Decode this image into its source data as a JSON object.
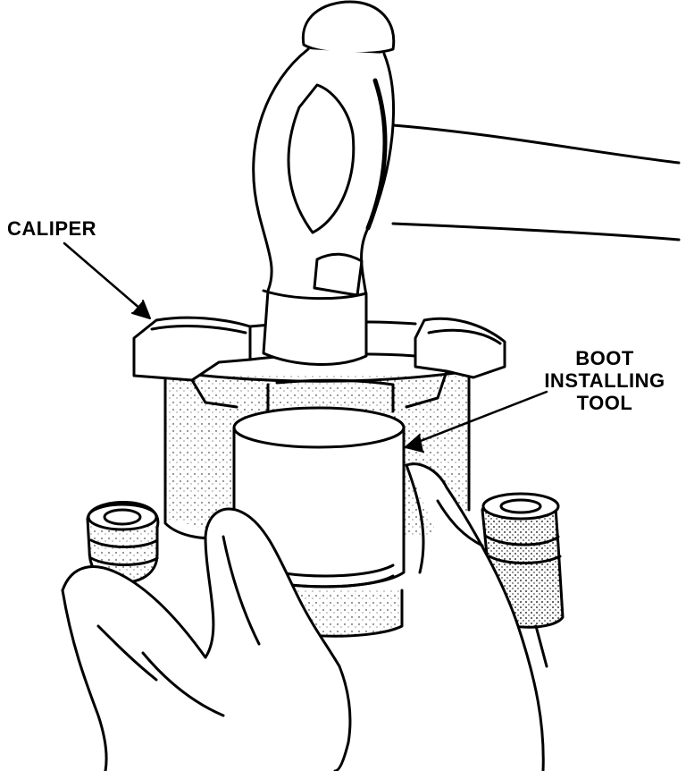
{
  "labels": {
    "caliper": "CALIPER",
    "boot_line1": "BOOT",
    "boot_line2": "INSTALLING",
    "boot_line3": "TOOL"
  },
  "colors": {
    "ink": "#000000",
    "paper": "#ffffff"
  }
}
